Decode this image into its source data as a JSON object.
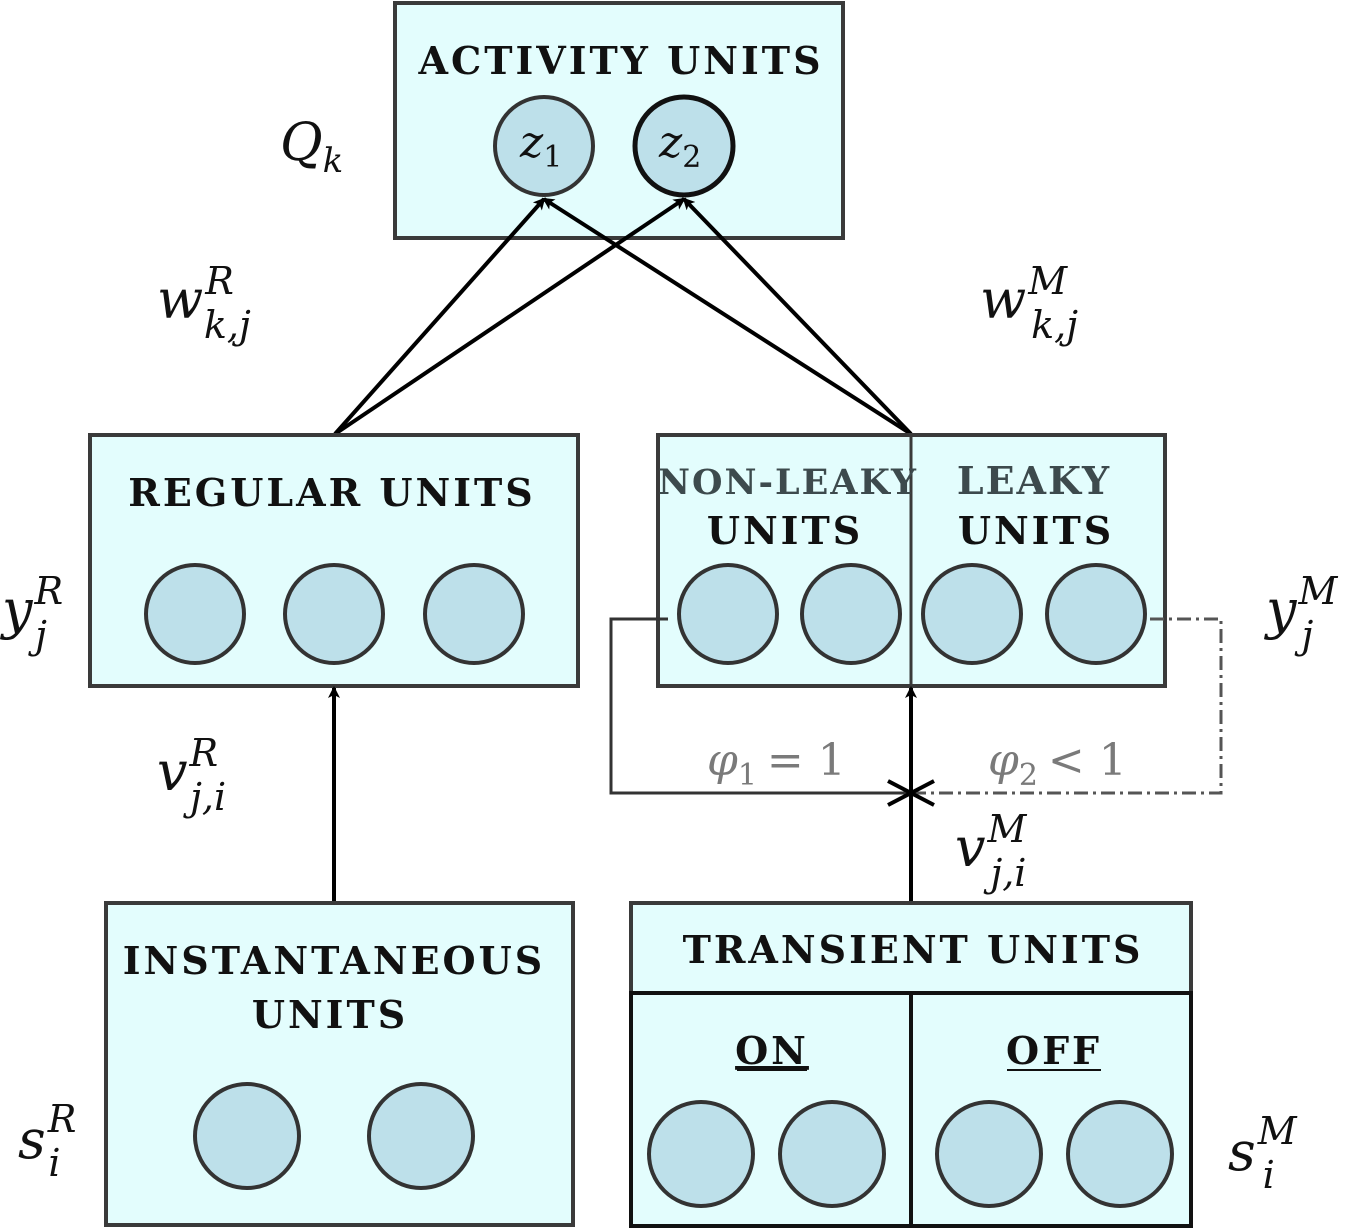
{
  "groups": {
    "activity": {
      "title": "ACTIVITY UNITS",
      "units": [
        "z",
        "z"
      ],
      "subs": [
        "1",
        "2"
      ],
      "symbol": "Q",
      "symbol_sub": "k"
    },
    "regular": {
      "title": "REGULAR UNITS",
      "symbol": "y",
      "sup": "R",
      "sub": "j"
    },
    "nonleaky": {
      "title_line1": "NON-LEAKY",
      "title_line2": "UNITS"
    },
    "leaky": {
      "title_line1": "LEAKY",
      "title_line2": "UNITS"
    },
    "memory": {
      "symbol": "y",
      "sup": "M",
      "sub": "j"
    },
    "instantaneous": {
      "title_line1": "INSTANTANEOUS",
      "title_line2": "UNITS",
      "symbol": "s",
      "sup": "R",
      "sub": "i"
    },
    "transient": {
      "title": "TRANSIENT UNITS",
      "on": "ON",
      "off": "OFF",
      "symbol": "s",
      "sup": "M",
      "sub": "i"
    }
  },
  "weights": {
    "w_R": {
      "symbol": "w",
      "sup": "R",
      "sub": "k,j"
    },
    "w_M": {
      "symbol": "w",
      "sup": "M",
      "sub": "k,j"
    },
    "v_R": {
      "symbol": "v",
      "sup": "R",
      "sub": "j,i"
    },
    "v_M": {
      "symbol": "v",
      "sup": "M",
      "sub": "j,i"
    }
  },
  "leak": {
    "phi1": {
      "symbol": "φ",
      "sub": "1",
      "rel": "= 1"
    },
    "phi2": {
      "symbol": "φ",
      "sub": "2",
      "rel": "< 1"
    }
  },
  "colors": {
    "box_fill": "#e3fdfd",
    "unit_fill": "#bde0ea",
    "stroke": "#3a3a3a"
  }
}
